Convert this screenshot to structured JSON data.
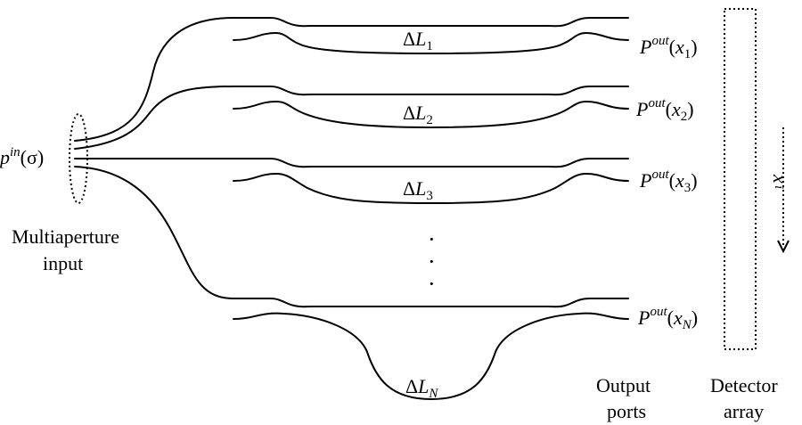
{
  "input": {
    "symbol": "p",
    "superscript": "in",
    "argument": "(σ)",
    "caption_line1": "Multiaperture",
    "caption_line2": "input"
  },
  "arms": [
    {
      "delta": "Δ",
      "L": "L",
      "sub": "1",
      "out_P": "P",
      "out_sup": "out",
      "out_x": "x",
      "out_sub": "1"
    },
    {
      "delta": "Δ",
      "L": "L",
      "sub": "2",
      "out_P": "P",
      "out_sup": "out",
      "out_x": "x",
      "out_sub": "2"
    },
    {
      "delta": "Δ",
      "L": "L",
      "sub": "3",
      "out_P": "P",
      "out_sup": "out",
      "out_x": "x",
      "out_sub": "3"
    },
    {
      "delta": "Δ",
      "L": "L",
      "sub": "N",
      "out_P": "P",
      "out_sup": "out",
      "out_x": "x",
      "out_sub": "N"
    }
  ],
  "ellipsis": "·",
  "output_ports": {
    "line1": "Output",
    "line2": "ports"
  },
  "detector": {
    "line1": "Detector",
    "line2": "array",
    "axis_symbol": "x",
    "axis_sub": "i"
  }
}
